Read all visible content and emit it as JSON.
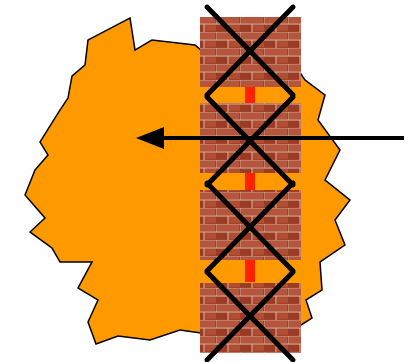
{
  "diagram": {
    "colors": {
      "region_fill": "#ff9900",
      "region_stroke": "#000000",
      "brick_base": "#a4412a",
      "brick_light": "#c9705a",
      "mortar": "#d8b6a2",
      "connector": "#ff2200",
      "cross_line": "#000000",
      "arrow": "#000000",
      "background": "#ffffff"
    },
    "wall_block_count": 4,
    "connector_count": 3,
    "arrow_direction": "left",
    "icons": [
      "orange-region-shape",
      "brick-wall-block",
      "crossed-out-mark",
      "left-arrow-icon"
    ]
  }
}
